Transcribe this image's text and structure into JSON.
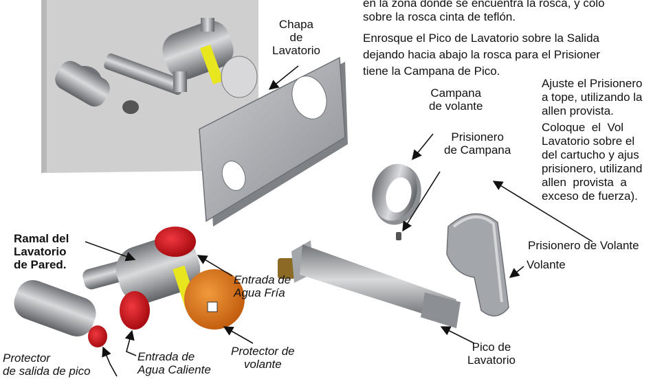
{
  "instructions": {
    "line1": "en la zona donde se encuentra la rosca, y colo",
    "line2": "sobre la rosca cinta de teflón.",
    "line3": "Enrosque el Pico de Lavatorio sobre la Salida",
    "line4": "dejando hacia abajo la rosca para el Prisioner",
    "line5": "tiene la Campana de Pico.",
    "line6": "Ajuste el Prisionero",
    "line7": "a tope, utilizando la",
    "line8": "allen provista.",
    "line9": "Coloque  el  Vol",
    "line10": "Lavatorio sobre el",
    "line11": "del cartucho y ajus",
    "line12": "prisionero, utilizand",
    "line13": "allen  provista  a",
    "line14": "exceso de fuerza)."
  },
  "labels": {
    "chapa": "Chapa\nde\nLavatorio",
    "campana_volante": "Campana\nde volante",
    "prisionero_campana": "Prisionero\nde Campana",
    "ramal": "Ramal del\nLavatorio\nde Pared.",
    "entrada_fria": "Entrada de\nAgua Fría",
    "entrada_caliente": "Entrada de\nAgua Caliente",
    "protector_salida": "Protector\nde salida de pico",
    "protector_volante": "Protector de\nvolante",
    "prisionero_volante": "Prisionero de Volante",
    "volante": "Volante",
    "pico": "Pico de\nLavatorio"
  },
  "colors": {
    "metal": "#9ea1a6",
    "red_cap": "#d8141c",
    "orange_cap": "#e2761c",
    "yellow_band": "#e8e61e",
    "wall": "#cfcfcf"
  }
}
